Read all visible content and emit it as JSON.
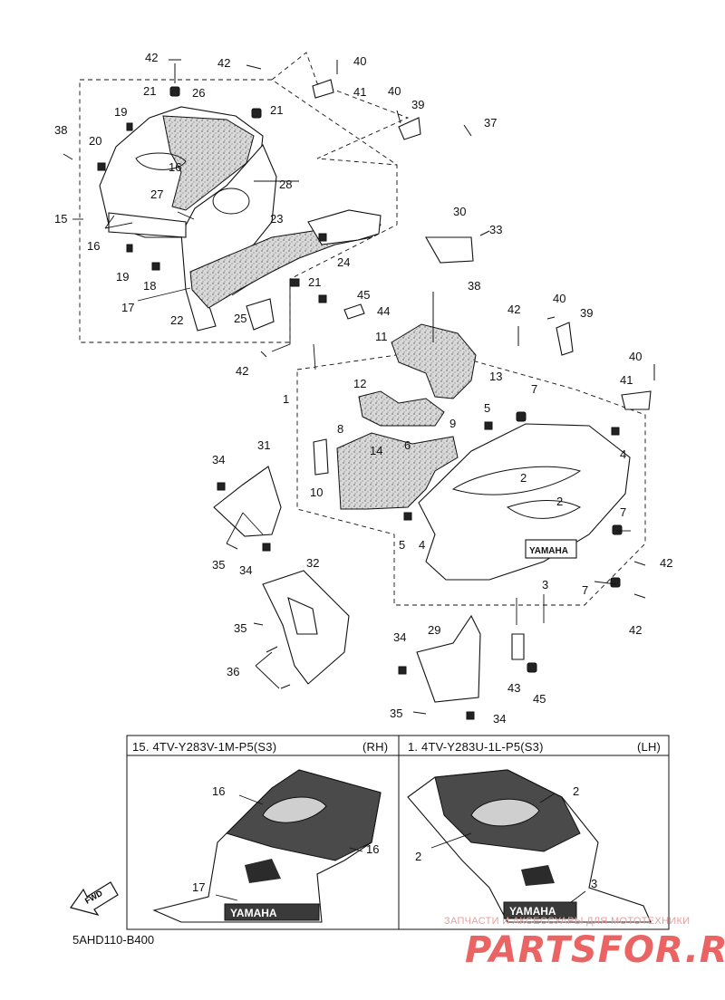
{
  "callouts": {
    "c42a": "42",
    "c42b": "42",
    "c40a": "40",
    "c41a": "41",
    "c21a": "21",
    "c26": "26",
    "c40b": "40",
    "c39a": "39",
    "c37": "37",
    "c19a": "19",
    "c21b": "21",
    "c38a": "38",
    "c20": "20",
    "c16a": "16",
    "c28": "28",
    "c27": "27",
    "c15": "15",
    "c16b": "16",
    "c23": "23",
    "c30": "30",
    "c33": "33",
    "c19b": "19",
    "c24": "24",
    "c18": "18",
    "c21c": "21",
    "c17": "17",
    "c22": "22",
    "c25": "25",
    "c45a": "45",
    "c44": "44",
    "c38b": "38",
    "c42c": "42",
    "c40c": "40",
    "c39b": "39",
    "c42d": "42",
    "c11": "11",
    "c13": "13",
    "c40d": "40",
    "c41b": "41",
    "c12": "12",
    "c7a": "7",
    "c1": "1",
    "c5a": "5",
    "c8": "8",
    "c9": "9",
    "c14": "14",
    "c6": "6",
    "c4a": "4",
    "c31": "31",
    "c34a": "34",
    "c10": "10",
    "c2a": "2",
    "c2b": "2",
    "c5b": "5",
    "c4b": "4",
    "c7b": "7",
    "c42e": "42",
    "c35a": "35",
    "c34b": "34",
    "c32": "32",
    "c3": "3",
    "c7c": "7",
    "c42f": "42",
    "c35b": "35",
    "c36": "36",
    "c34c": "34",
    "c29": "29",
    "c43": "43",
    "c45b": "45",
    "c35c": "35",
    "c34d": "34"
  },
  "legend": {
    "rh_title": "15. 4TV-Y283V-1M-P5(S3)",
    "rh_side": "(RH)",
    "lh_title": "1. 4TV-Y283U-1L-P5(S3)",
    "lh_side": "(LH)",
    "rh_16a": "16",
    "rh_16b": "16",
    "rh_17": "17",
    "lh_2a": "2",
    "lh_2b": "2",
    "lh_3": "3",
    "fwd": "FWD",
    "brand": "YAMAHA"
  },
  "decal_text": {
    "main_panel": "YAMAHA"
  },
  "diagram_code": "5AHD110-B400",
  "watermark": {
    "top_line": "ЗАПЧАСТИ И АКСЕССУАРЫ ДЛЯ МОТОТЕХНИКИ",
    "logo": "PARTSFOR.RU"
  }
}
